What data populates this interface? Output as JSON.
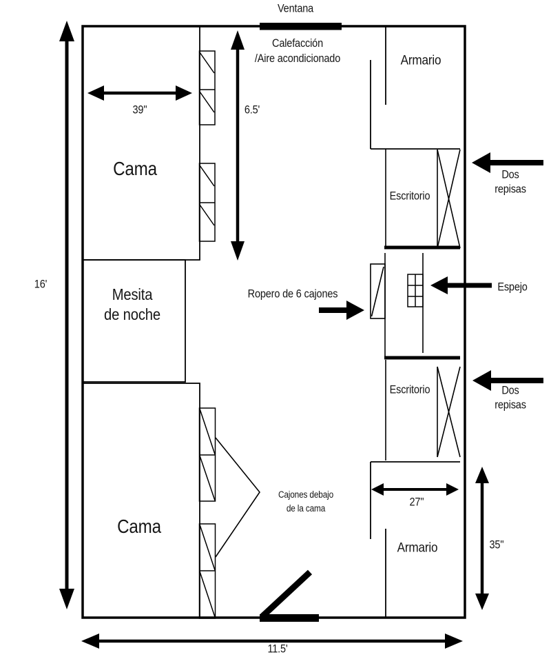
{
  "plan": {
    "labels": {
      "ventana": "Ventana",
      "calefaccion": "Calefacción\n/Aire acondicionado",
      "armario_top": "Armario",
      "escritorio_top": "Escritorio",
      "dos_repisas_top": "Dos repisas",
      "cama_top": "Cama",
      "mesita": "Mesita\nde noche",
      "ropero": "Ropero de 6 cajones",
      "espejo": "Espejo",
      "escritorio_bottom": "Escritorio",
      "dos_repisas_bottom": "Dos repisas",
      "cama_bottom": "Cama",
      "cajones": "Cajones debajo\nde la cama",
      "armario_bottom": "Armario"
    },
    "dimensions": {
      "room_height": "16'",
      "room_width": "11.5'",
      "window_side": "6.5'",
      "bed_width": "39''",
      "armario_width": "27''",
      "armario_height": "35''"
    },
    "colors": {
      "line": "#000000",
      "text": "#161616",
      "background": "#ffffff"
    }
  }
}
